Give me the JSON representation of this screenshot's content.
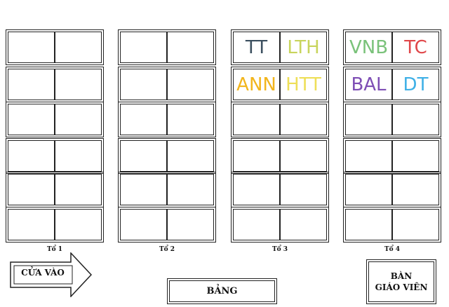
{
  "groups": [
    {
      "label": "Tổ 1",
      "rows": [
        [
          {
            "name": "",
            "color": ""
          },
          {
            "name": "",
            "color": ""
          }
        ],
        [
          {
            "name": "",
            "color": ""
          },
          {
            "name": "",
            "color": ""
          }
        ],
        [
          {
            "name": "",
            "color": ""
          },
          {
            "name": "",
            "color": ""
          }
        ],
        [
          {
            "name": "",
            "color": ""
          },
          {
            "name": "",
            "color": ""
          }
        ],
        [
          {
            "name": "",
            "color": ""
          },
          {
            "name": "",
            "color": ""
          }
        ],
        [
          {
            "name": "",
            "color": ""
          },
          {
            "name": "",
            "color": ""
          }
        ]
      ]
    },
    {
      "label": "Tổ 2",
      "rows": [
        [
          {
            "name": "",
            "color": ""
          },
          {
            "name": "",
            "color": ""
          }
        ],
        [
          {
            "name": "",
            "color": ""
          },
          {
            "name": "",
            "color": ""
          }
        ],
        [
          {
            "name": "",
            "color": ""
          },
          {
            "name": "",
            "color": ""
          }
        ],
        [
          {
            "name": "",
            "color": ""
          },
          {
            "name": "",
            "color": ""
          }
        ],
        [
          {
            "name": "",
            "color": ""
          },
          {
            "name": "",
            "color": ""
          }
        ],
        [
          {
            "name": "",
            "color": ""
          },
          {
            "name": "",
            "color": ""
          }
        ]
      ]
    },
    {
      "label": "Tổ 3",
      "rows": [
        [
          {
            "name": "TT",
            "color": "#3b4f5f"
          },
          {
            "name": "LTH",
            "color": "#c8d45c"
          }
        ],
        [
          {
            "name": "ANN",
            "color": "#f2b51c"
          },
          {
            "name": "HTT",
            "color": "#eedf58"
          }
        ],
        [
          {
            "name": "",
            "color": ""
          },
          {
            "name": "",
            "color": ""
          }
        ],
        [
          {
            "name": "",
            "color": ""
          },
          {
            "name": "",
            "color": ""
          }
        ],
        [
          {
            "name": "",
            "color": ""
          },
          {
            "name": "",
            "color": ""
          }
        ],
        [
          {
            "name": "",
            "color": ""
          },
          {
            "name": "",
            "color": ""
          }
        ]
      ]
    },
    {
      "label": "Tổ 4",
      "rows": [
        [
          {
            "name": "VNB",
            "color": "#7ac27a"
          },
          {
            "name": "TC",
            "color": "#e0474a"
          }
        ],
        [
          {
            "name": "BAL",
            "color": "#7e4eb5"
          },
          {
            "name": "DT",
            "color": "#3fb0e6"
          }
        ],
        [
          {
            "name": "",
            "color": ""
          },
          {
            "name": "",
            "color": ""
          }
        ],
        [
          {
            "name": "",
            "color": ""
          },
          {
            "name": "",
            "color": ""
          }
        ],
        [
          {
            "name": "",
            "color": ""
          },
          {
            "name": "",
            "color": ""
          }
        ],
        [
          {
            "name": "",
            "color": ""
          },
          {
            "name": "",
            "color": ""
          }
        ]
      ]
    }
  ],
  "door_label": "CỬA VÀO",
  "board_label": "BẢNG",
  "teacher_desk": {
    "line1": "BÀN",
    "line2": "GIÁO VIÊN"
  }
}
